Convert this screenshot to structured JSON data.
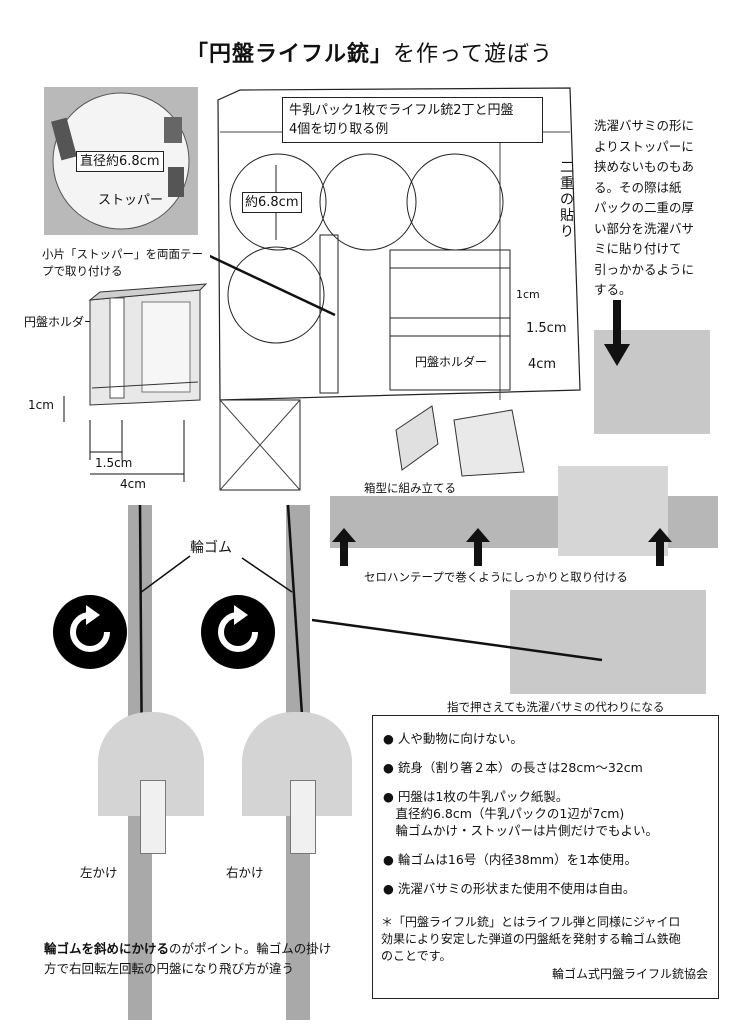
{
  "title": {
    "main": "「円盤ライフル銃」",
    "rest": "を作って遊ぼう"
  },
  "disc_photo": {
    "diameter_label": "直径約6.8cm",
    "stopper_label": "ストッパー"
  },
  "stopper_caption": "小片「ストッパー」を両面テー\nプで取り付ける",
  "holder_label": "円盤ホルダー",
  "holder_dims": {
    "height": "1cm",
    "inner": "1.5cm",
    "width": "4cm"
  },
  "carton": {
    "caption_line1": "牛乳パック1枚でライフル銃2丁と円盤",
    "caption_line2": "4個を切り取る例",
    "circle_label": "約6.8cm",
    "double_glue": "二重の貼り",
    "holder_label": "円盤ホルダー",
    "dim_1cm": "1cm",
    "dim_1_5cm": "1.5cm",
    "dim_4cm": "4cm"
  },
  "clip_note": "洗濯バサミの形に\nよりストッパーに\n挟めないものもあ\nる。その際は紙\nパックの二重の厚\nい部分を洗濯バサ\nミに貼り付けて\n引っかかるように\nする。",
  "assemble_caption": "箱型に組み立てる",
  "tape_caption": "セロハンテープで巻くようにしっかりと取り付ける",
  "rubber_label": "輪ゴム",
  "left_hook": "左かけ",
  "right_hook": "右かけ",
  "finger_caption": "指で押さえても洗濯バサミの代わりになる",
  "slant_note": {
    "bold": "輪ゴムを斜めにかける",
    "rest": "のがポイント。輪ゴムの掛け\n方で右回転左回転の円盤になり飛び方が違う"
  },
  "notes": [
    "人や動物に向けない。",
    "銃身（割り箸２本）の長さは28cm〜32cm",
    "円盤は1枚の牛乳パック紙製。\n　直径約6.8cm（牛乳パックの1辺が7cm)\n　輪ゴムかけ・ストッパーは片側だけでもよい。",
    "輪ゴムは16号（内径38mm）を1本使用。",
    "洗濯バサミの形状また使用不使用は自由。"
  ],
  "footnote": "＊「円盤ライフル銃」とはライフル弾と同様にジャイロ\n効果により安定した弾道の円盤紙を発射する輪ゴム鉄砲\nのことです。",
  "association": "輪ゴム式円盤ライフル銃協会"
}
